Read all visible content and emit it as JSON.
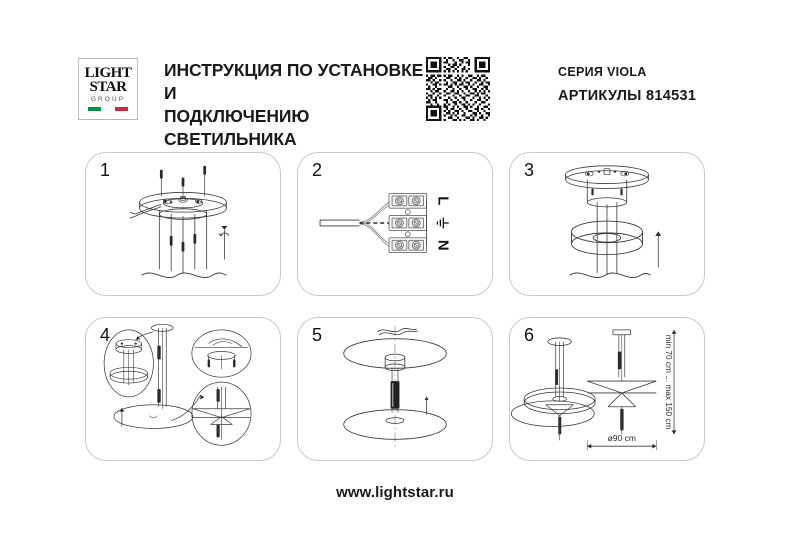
{
  "document": {
    "title_line1": "ИНСТРУКЦИЯ ПО УСТАНОВКЕ И",
    "title_line2": "ПОДКЛЮЧЕНИЮ СВЕТИЛЬНИКА",
    "footer_url": "www.lightstar.ru"
  },
  "logo": {
    "line1": "LIGHT",
    "line2": "STAR",
    "line3": "GROUP",
    "flag_colors": [
      "#009246",
      "#ffffff",
      "#ce2b37"
    ]
  },
  "product": {
    "series_label": "СЕРИЯ VIOLA",
    "article_label": "АРТИКУЛЫ 814531"
  },
  "qr": {
    "name": "qr-code"
  },
  "steps": [
    {
      "number": "1",
      "name": "mount-base-plate"
    },
    {
      "number": "2",
      "name": "wire-terminal-block"
    },
    {
      "number": "3",
      "name": "attach-canopy"
    },
    {
      "number": "4",
      "name": "assemble-shade-details"
    },
    {
      "number": "5",
      "name": "align-discs"
    },
    {
      "number": "6",
      "name": "final-dimensions"
    }
  ],
  "terminal": {
    "live_label": "L",
    "neutral_label": "N",
    "earth_label": "earth-symbol"
  },
  "dimensions": {
    "height_label": "min 70 cm ... max 150 cm",
    "diameter_label": "ø90 cm"
  },
  "colors": {
    "ink": "#1a1a1a",
    "panel_border": "#c9c9c9",
    "line": "#3a3a3a",
    "flag_green": "#009246",
    "flag_red": "#ce2b37"
  }
}
